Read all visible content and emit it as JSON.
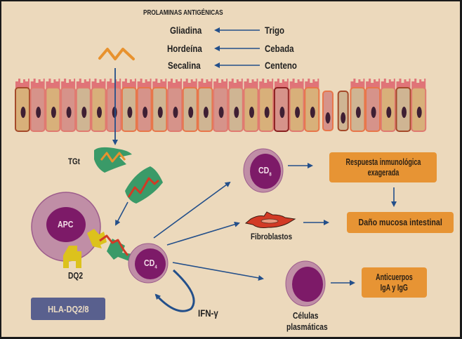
{
  "title": "PROLAMINAS ANTIGÉNICAS",
  "prolamins": [
    {
      "protein": "Gliadina",
      "cereal": "Trigo"
    },
    {
      "protein": "Hordeína",
      "cereal": "Cebada"
    },
    {
      "protein": "Secalina",
      "cereal": "Centeno"
    }
  ],
  "labels": {
    "tgt": "TGt",
    "apc": "APC",
    "dq2": "DQ2",
    "cd4_main": "CD",
    "cd4_sub": "4",
    "cd8_main": "CD",
    "cd8_sub": "8",
    "fibroblasts": "Fibroblastos",
    "plasma_cells_line1": "Células",
    "plasma_cells_line2": "plasmáticas",
    "ifn": "IFN-γ",
    "hla": "HLA-DQ2/8"
  },
  "boxes": {
    "immune_response_line1": "Respuesta inmunológica",
    "immune_response_line2": "exagerada",
    "mucosal_damage": "Daño mucosa intestinal",
    "antibodies_line1": "Anticuerpos",
    "antibodies_line2": "IgA y IgG"
  },
  "colors": {
    "background": "#ecd9bc",
    "arrow": "#234f8a",
    "orange_box": "#e79434",
    "cell_nucleus": "#7d1a68",
    "cell_membrane": "#b98aa6",
    "hla_box": "#59608e",
    "green": "#3a9a68",
    "yellow": "#dcc21c",
    "red_peptide": "#d23a25",
    "orange_peptide": "#e8922e"
  }
}
